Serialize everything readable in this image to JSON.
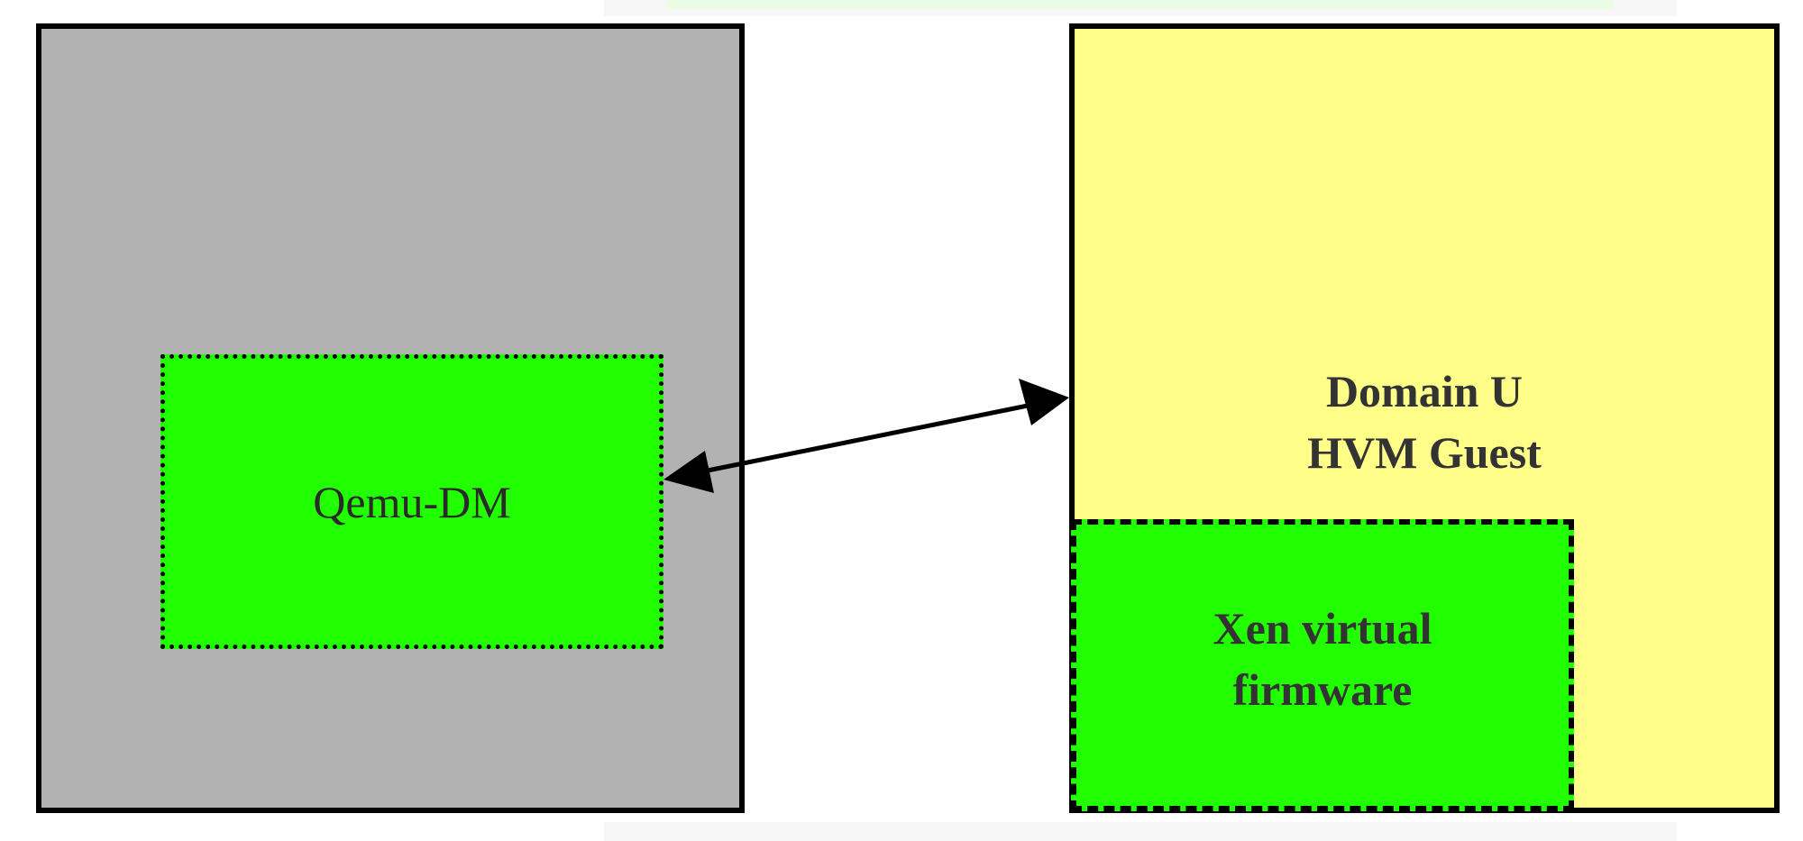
{
  "diagram": {
    "nodes": {
      "dom0": {
        "label": "",
        "fill": "#b2b2b2",
        "border": "solid"
      },
      "qemu_dm": {
        "label": "Qemu-DM",
        "fill": "#22ff00",
        "border": "dotted"
      },
      "domain_u": {
        "label_line1": "Domain U",
        "label_line2": "HVM Guest",
        "fill": "#fffe88",
        "border": "solid"
      },
      "xen_firmware": {
        "label_line1": "Xen virtual",
        "label_line2": "firmware",
        "fill": "#22ff00",
        "border": "dashed"
      }
    },
    "edges": [
      {
        "from": "qemu_dm",
        "to": "domain_u",
        "direction": "bidirectional"
      }
    ]
  }
}
